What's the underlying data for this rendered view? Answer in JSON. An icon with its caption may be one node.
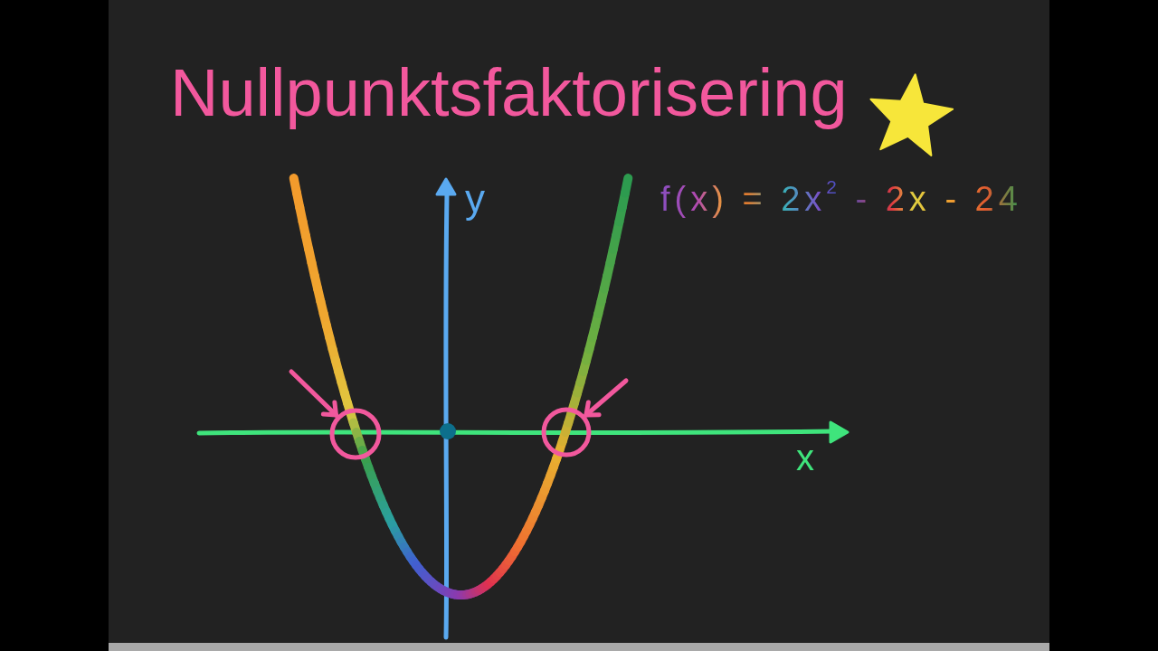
{
  "diagram": {
    "title": "Nullpunktsfaktorisering",
    "nodes": [
      {
        "text": [],
        "shape": "circle"
      },
      {
        "text": [],
        "shape": "circle"
      }
    ],
    "edges": [
      {
        "from": null,
        "to": 0,
        "arrow": "to"
      },
      {
        "from": null,
        "to": 1,
        "arrow": "to"
      }
    ],
    "labels": [
      "y",
      "f(x) = 2x$^{2}$ - 2x - 24",
      "x"
    ]
  }
}
